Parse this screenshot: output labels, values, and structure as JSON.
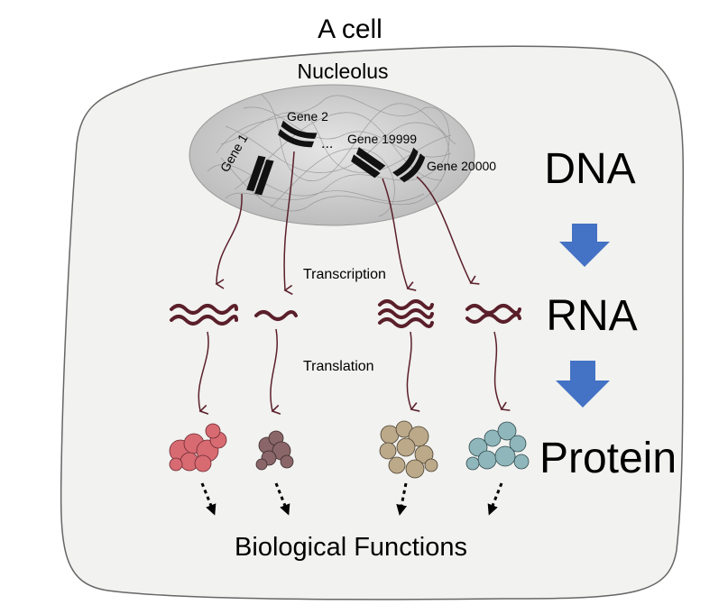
{
  "title": "A cell",
  "nucleolus_label": "Nucleolus",
  "genes": {
    "gene1": "Gene 1",
    "gene2": "Gene 2",
    "ellipsis": "...",
    "gene19999": "Gene 19999",
    "gene20000": "Gene 20000"
  },
  "steps": {
    "transcription": "Transcription",
    "translation": "Translation"
  },
  "stages": {
    "dna": "DNA",
    "rna": "RNA",
    "protein": "Protein"
  },
  "bottom_label": "Biological Functions",
  "colors": {
    "cell_fill": "#f2f2f0",
    "cell_stroke": "#666666",
    "nucleolus_fill": "#cfcfcf",
    "strand": "#5a1f2a",
    "arrow_block": "#4472c4",
    "protein_1": "#d86a72",
    "protein_2": "#8a6668",
    "protein_3": "#bba98a",
    "protein_4": "#8fb6bb"
  }
}
